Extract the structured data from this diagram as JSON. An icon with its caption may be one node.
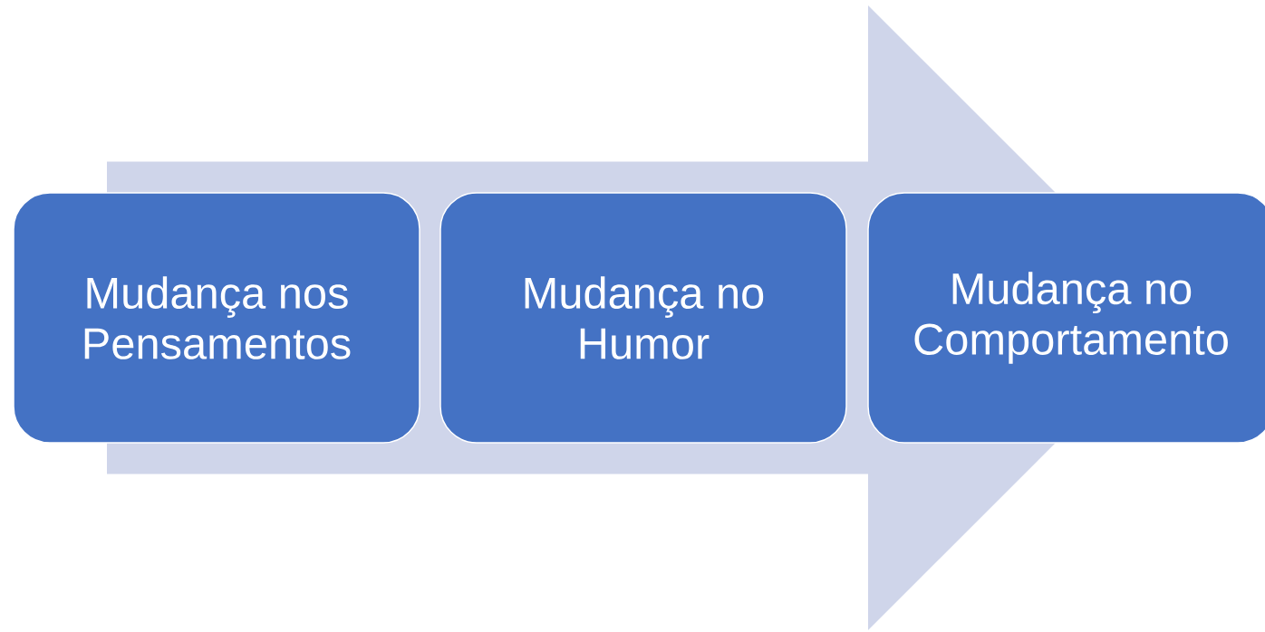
{
  "diagram": {
    "nodes": [
      {
        "text": [
          "Mudança nos Pensamentos"
        ]
      },
      {
        "text": [
          "Mudança no Humor"
        ]
      },
      {
        "text": [
          "Mudança no Comportamento"
        ]
      }
    ],
    "edges": [
      {
        "from": 0,
        "to": 2,
        "arrow": "to"
      }
    ]
  }
}
